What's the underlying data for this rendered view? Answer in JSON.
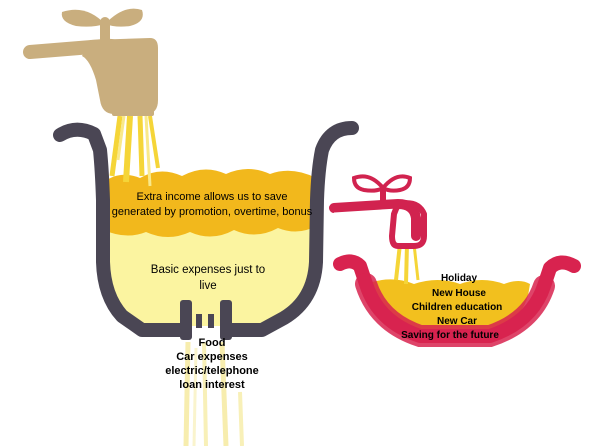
{
  "colors": {
    "pot_outline": "#4a4654",
    "income_layer": "#f2b81c",
    "basic_layer": "#fbf4a0",
    "water": "#f5d538",
    "big_faucet": "#c9ae7e",
    "small_faucet": "#d1234f",
    "small_bowl": "#d8234f",
    "small_bowl_fill": "#f2c01e"
  },
  "big_pot": {
    "income_text_line1": "Extra income allows us to save",
    "income_text_line2": "generated by promotion, overtime, bonus",
    "basic_text_line1": "Basic expenses just to",
    "basic_text_line2": "live"
  },
  "outflow_labels": [
    "Food",
    "Car expenses",
    "electric/telephone",
    "loan interest"
  ],
  "savings_bowl": {
    "items": [
      "Holiday",
      "New House",
      "Children education",
      "New Car",
      "Saving for the future"
    ]
  },
  "icons": {
    "big_faucet": "faucet-icon",
    "small_faucet": "faucet-icon"
  }
}
